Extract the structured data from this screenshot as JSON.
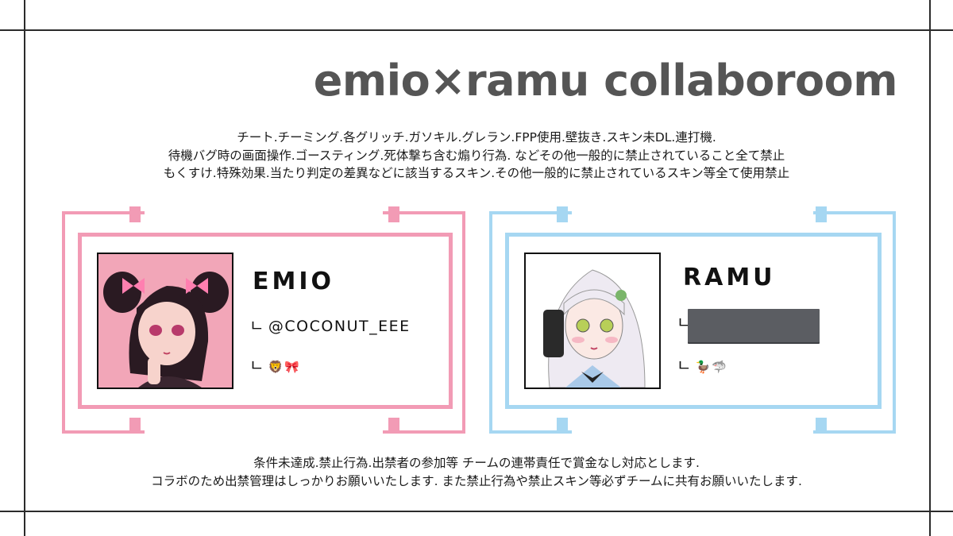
{
  "title": "emio×ramu collaboroom",
  "rules": [
    "チート.チーミング.各グリッチ.ガソキル.グレラン.FPP使用.壁抜き.スキン未DL.連打機.",
    "待機バグ時の画面操作.ゴースティング.死体撃ち含む煽り行為. などその他一般的に禁止されていること全て禁止",
    "もくすけ.特殊効果.当たり判定の差異などに該当するスキン.その他一般的に禁止されているスキン等全て使用禁止"
  ],
  "players": [
    {
      "name": "EMIO",
      "handle_prefix": "ㄴ",
      "handle": "@COCONUT_EEE",
      "emoji_prefix": "ㄴ",
      "emojis": "🦁🎀",
      "accent": "#f29bb5",
      "avatar_bg": "#f2a6b8"
    },
    {
      "name": "RAMU",
      "handle_prefix": "ㄴ",
      "handle": "",
      "emoji_prefix": "ㄴ",
      "emojis": "🦆🦈",
      "accent": "#a6d7f2",
      "avatar_bg": "#ffffff"
    }
  ],
  "footer": [
    "条件未達成.禁止行為.出禁者の参加等  チームの連帯責任で賞金なし対応とします.",
    "コラボのため出禁管理はしっかりお願いいたします. また禁止行為や禁止スキン等必ずチームに共有お願いいたします."
  ]
}
